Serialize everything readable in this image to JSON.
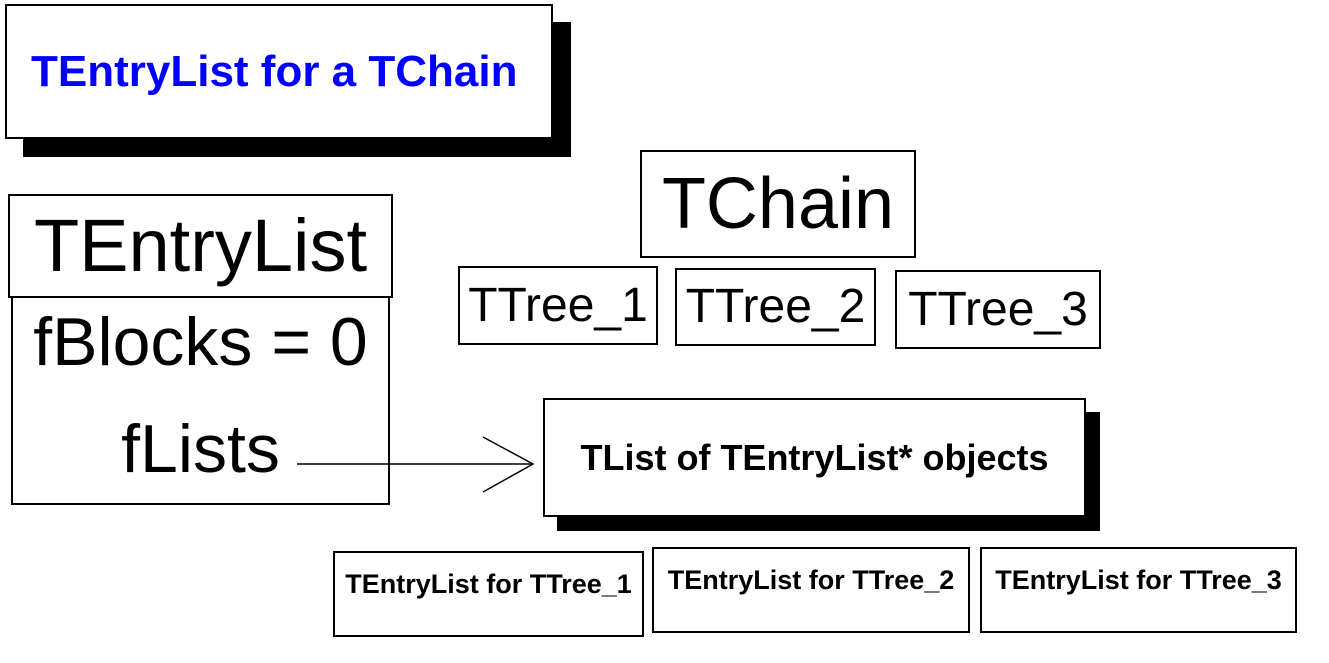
{
  "title": {
    "label": "TEntryList for a TChain",
    "text_color": "#0000ff"
  },
  "tentrylist": {
    "class_name": "TEntryList",
    "members": {
      "fblocks": "fBlocks = 0",
      "flists": "fLists"
    }
  },
  "tchain": {
    "label": "TChain"
  },
  "ttrees": [
    "TTree_1",
    "TTree_2",
    "TTree_3"
  ],
  "tlist": {
    "label": "TList of TEntryList* objects"
  },
  "entrylists": [
    "TEntryList for TTree_1",
    "TEntryList for TTree_2",
    "TEntryList for TTree_3"
  ],
  "colors": {
    "background": "#ffffff",
    "box_fill": "#ffffff",
    "box_border": "#000000",
    "box_shadow": "#000000",
    "text": "#000000",
    "arrow": "#000000"
  }
}
